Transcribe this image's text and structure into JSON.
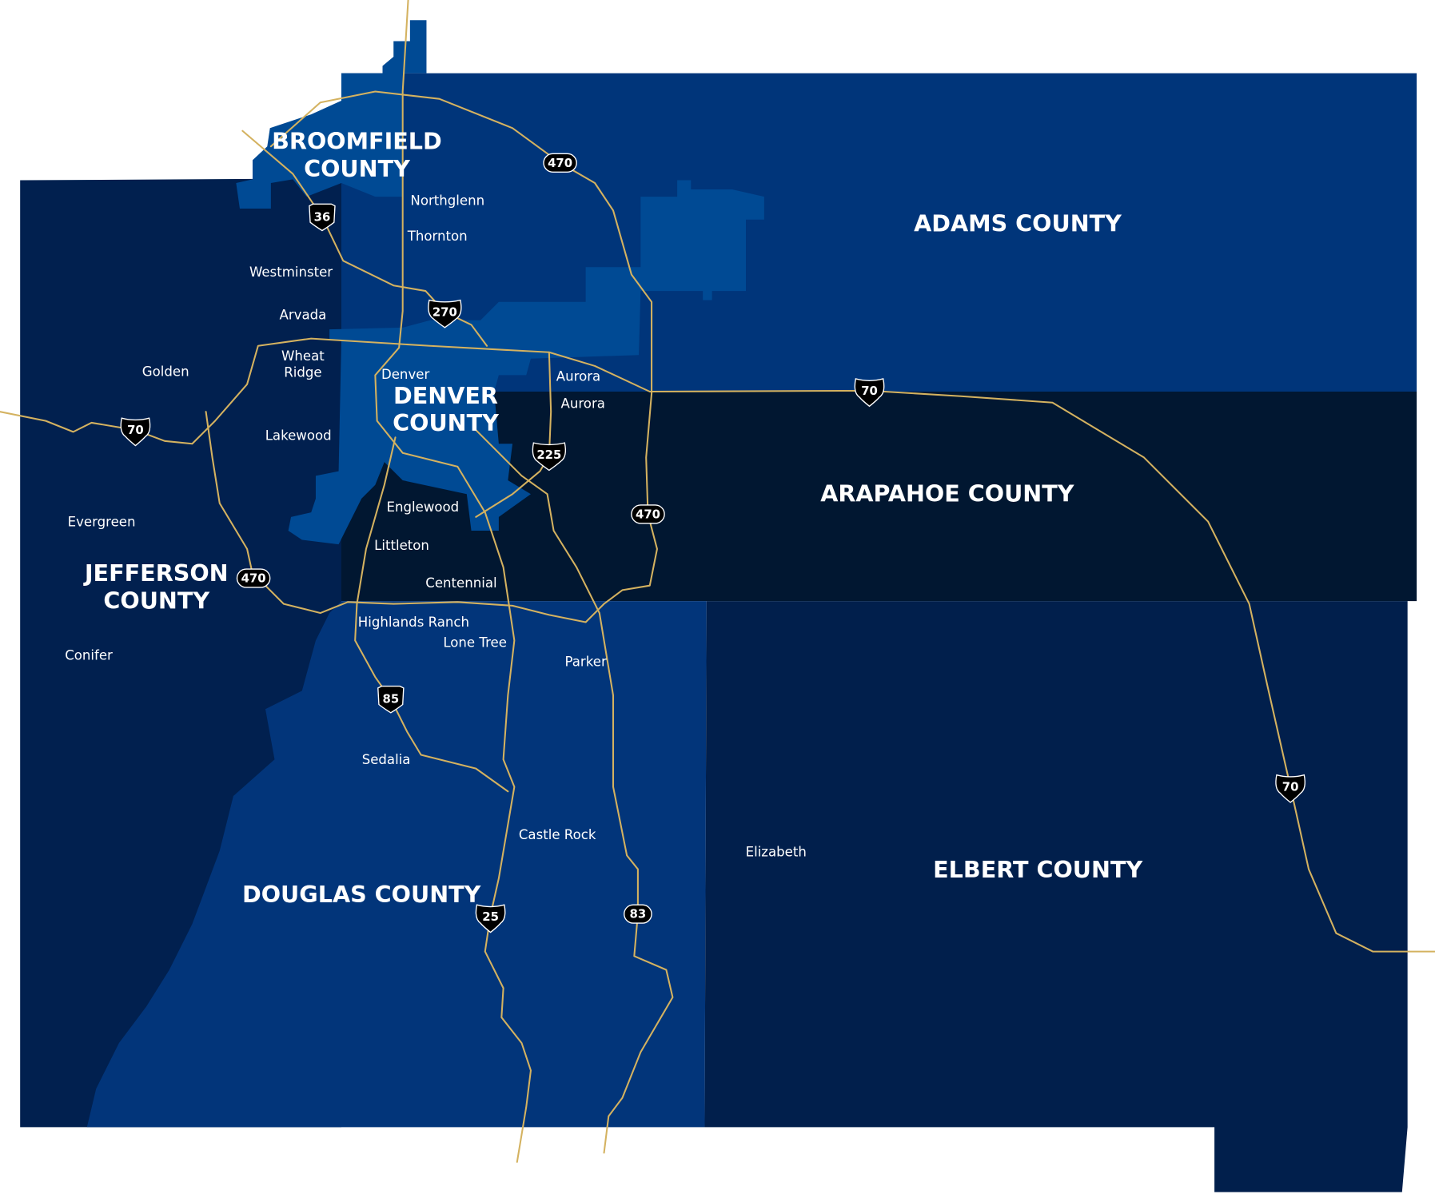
{
  "colors": {
    "adams": "#00357a",
    "arapahoe": "#011731",
    "jefferson": "#01204f",
    "douglas": "#02357a",
    "elbert": "#011f4c",
    "denver_broomfield": "#004a94",
    "road": "#d4b260",
    "shield": "#000000"
  },
  "counties": {
    "broomfield": [
      "BROOMFIELD",
      "COUNTY"
    ],
    "adams": "ADAMS COUNTY",
    "denver": [
      "DENVER",
      "COUNTY"
    ],
    "arapahoe": "ARAPAHOE COUNTY",
    "jefferson": [
      "JEFFERSON",
      "COUNTY"
    ],
    "douglas": "DOUGLAS COUNTY",
    "elbert": "ELBERT COUNTY"
  },
  "cities": {
    "northglenn": "Northglenn",
    "thornton": "Thornton",
    "westminster": "Westminster",
    "arvada": "Arvada",
    "wheat_ridge": [
      "Wheat",
      "Ridge"
    ],
    "golden": "Golden",
    "denver": "Denver",
    "aurora_north": "Aurora",
    "aurora_south": "Aurora",
    "lakewood": "Lakewood",
    "englewood": "Englewood",
    "evergreen": "Evergreen",
    "littleton": "Littleton",
    "centennial": "Centennial",
    "highlands_ranch": "Highlands Ranch",
    "lone_tree": "Lone Tree",
    "parker": "Parker",
    "conifer": "Conifer",
    "sedalia": "Sedalia",
    "castle_rock": "Castle Rock",
    "elizabeth": "Elizabeth"
  },
  "highways": {
    "e470_north": "470",
    "e470_east": "470",
    "c470_west": "470",
    "us36": "36",
    "i270": "270",
    "i70_west": "70",
    "i70_central": "70",
    "i70_east": "70",
    "i225": "225",
    "us85": "85",
    "i25": "25",
    "sh83": "83"
  }
}
